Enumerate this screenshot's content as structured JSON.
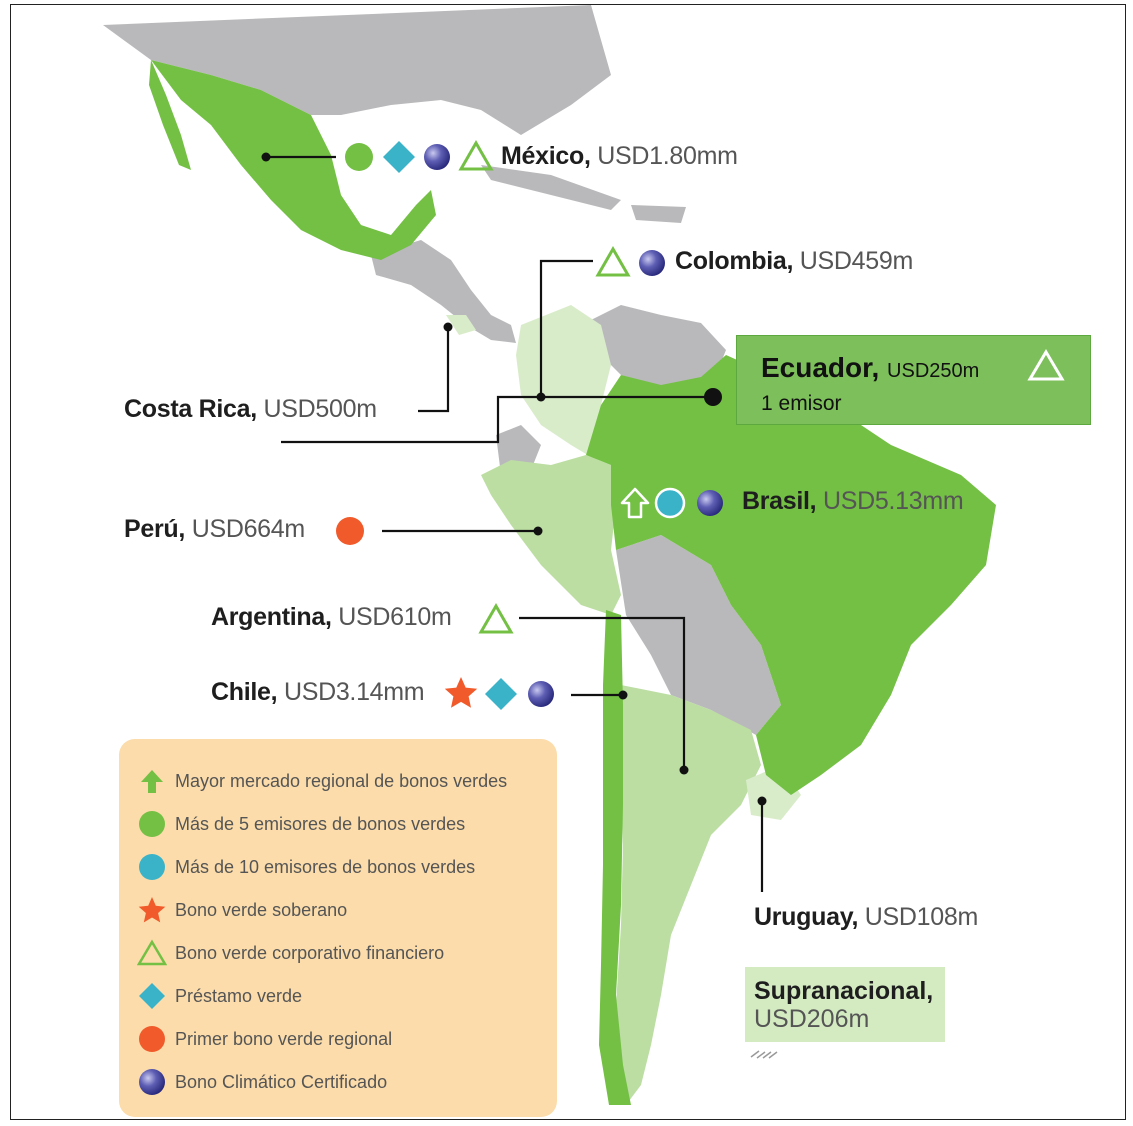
{
  "countries": {
    "mexico": {
      "name": "México,",
      "amount": "USD1.80mm"
    },
    "colombia": {
      "name": "Colombia,",
      "amount": "USD459m"
    },
    "costa_rica": {
      "name": "Costa Rica,",
      "amount": "USD500m"
    },
    "ecuador": {
      "name": "Ecuador,",
      "amount": "USD250m",
      "note": "1 emisor"
    },
    "peru": {
      "name": "Perú,",
      "amount": "USD664m"
    },
    "brasil": {
      "name": "Brasil,",
      "amount": "USD5.13mm"
    },
    "argentina": {
      "name": "Argentina,",
      "amount": "USD610m"
    },
    "chile": {
      "name": "Chile,",
      "amount": "USD3.14mm"
    },
    "uruguay": {
      "name": "Uruguay,",
      "amount": "USD108m"
    }
  },
  "supranational": {
    "name": "Supranacional,",
    "amount": "USD206m"
  },
  "legend": [
    {
      "icon": "arrow-up-icon",
      "label": "Mayor mercado regional de bonos verdes"
    },
    {
      "icon": "green-circle-icon",
      "label": "Más de 5 emisores de bonos verdes"
    },
    {
      "icon": "teal-circle-icon",
      "label": "Más de 10 emisores de bonos verdes"
    },
    {
      "icon": "star-icon",
      "label": "Bono verde soberano"
    },
    {
      "icon": "triangle-outline-icon",
      "label": "Bono verde corporativo financiero"
    },
    {
      "icon": "diamond-icon",
      "label": "Préstamo verde"
    },
    {
      "icon": "orange-circle-icon",
      "label": "Primer bono verde regional"
    },
    {
      "icon": "sphere-icon",
      "label": "Bono Climático Certificado"
    }
  ],
  "colors": {
    "dark_green": "#74c045",
    "light_green": "#bcdea3",
    "land_grey": "#b9b9bb",
    "teal": "#3ab3c9",
    "orange": "#f15a2b",
    "sphere": "#3f3f9a",
    "legend_bg": "#fbdcaa"
  }
}
